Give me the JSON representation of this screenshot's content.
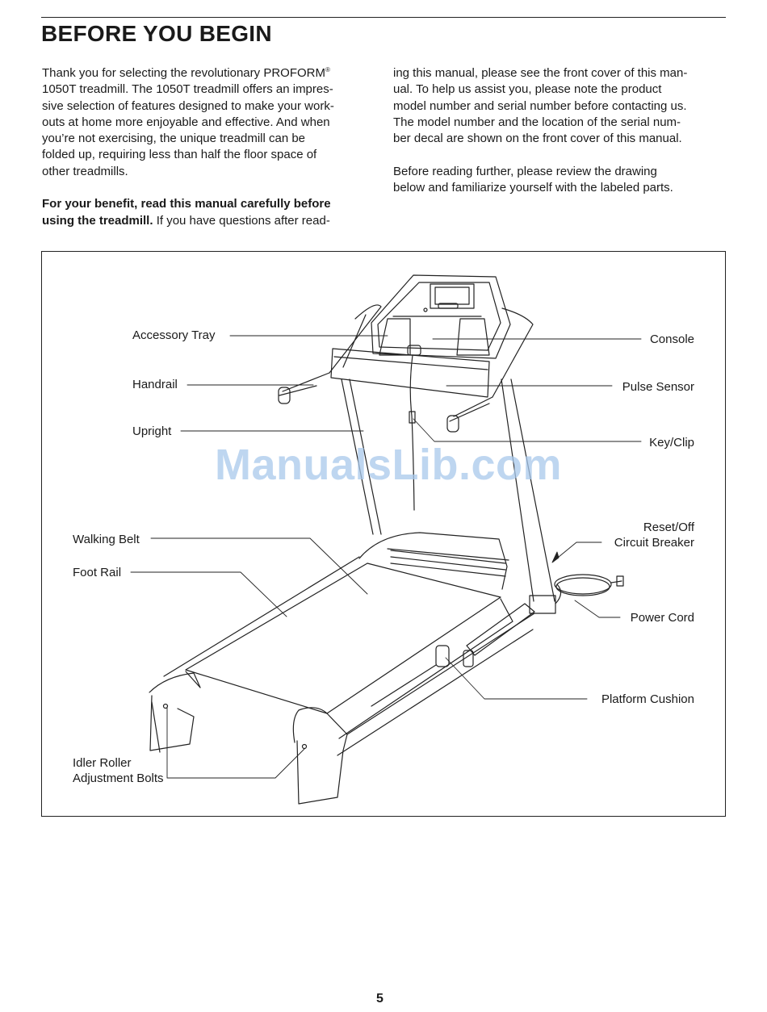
{
  "page": {
    "title": "BEFORE YOU BEGIN",
    "page_number": "5",
    "watermark": "ManualsLib.com"
  },
  "intro": {
    "p1_a": "Thank you for selecting the revolutionary PROFORM",
    "p1_reg": "®",
    "p1_lines": [
      "1050T treadmill. The 1050T treadmill offers an impres-",
      "sive selection of features designed to make your work-",
      "outs at home more enjoyable and effective. And when",
      "you’re not exercising, the unique treadmill can be",
      "folded up, requiring less than half the floor space of",
      "other treadmills."
    ],
    "p2_bold_1": "For your benefit, read this manual carefully before",
    "p2_bold_2": "using the treadmill.",
    "p2_rest": " If you have questions after read-",
    "p3_lines": [
      "ing this manual, please see the front cover of this man-",
      "ual. To help us assist you, please note the product",
      "model number and serial number before contacting us.",
      "The model number and the location of the serial num-",
      "ber decal are shown on the front cover of this manual."
    ],
    "p4_lines": [
      "Before reading further, please review the drawing",
      "below and familiarize yourself with the labeled parts."
    ]
  },
  "diagram": {
    "labels": {
      "accessory_tray": "Accessory Tray",
      "handrail": "Handrail",
      "upright": "Upright",
      "walking_belt": "Walking Belt",
      "foot_rail": "Foot Rail",
      "idler_1": "Idler Roller",
      "idler_2": "Adjustment Bolts",
      "console": "Console",
      "pulse_sensor": "Pulse Sensor",
      "key_clip": "Key/Clip",
      "reset_1": "Reset/Off",
      "reset_2": "Circuit Breaker",
      "power_cord": "Power Cord",
      "platform_cushion": "Platform Cushion"
    }
  }
}
